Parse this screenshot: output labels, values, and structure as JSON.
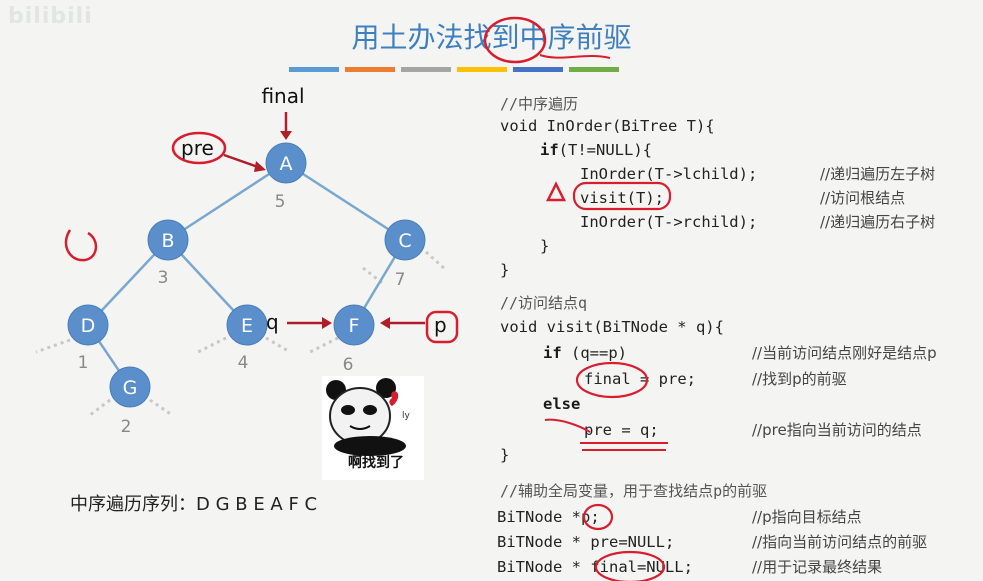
{
  "title": "用土办法找到中序前驱",
  "watermark": "bilibili",
  "accent_colors": [
    "#5b9bd5",
    "#ed7d31",
    "#a5a5a5",
    "#ffc000",
    "#4472c4",
    "#70ad47"
  ],
  "tree": {
    "nodes": [
      {
        "label": "A",
        "num": "5"
      },
      {
        "label": "B",
        "num": "3"
      },
      {
        "label": "C",
        "num": "7"
      },
      {
        "label": "D",
        "num": "1"
      },
      {
        "label": "E",
        "num": "4"
      },
      {
        "label": "F",
        "num": "6"
      },
      {
        "label": "G",
        "num": "2"
      }
    ],
    "final_label": "final",
    "pre_label": "pre",
    "q_label": "q",
    "p_label": "p"
  },
  "inorder_sequence": "中序遍历序列：D G B E A F C",
  "sticker_text": "啊找到了",
  "code": {
    "inorder": {
      "comment": "//中序遍历",
      "sig": "void InOrder(BiTree T){",
      "if_kw": "if",
      "if_rest": "(T!=NULL){",
      "l1": "InOrder(T->lchild);",
      "c1": "//递归遍历左子树",
      "l2": "visit(T);",
      "c2": "//访问根结点",
      "l3": "InOrder(T->rchild);",
      "c3": "//递归遍历右子树",
      "close_inner": "}",
      "close_outer": "}"
    },
    "visit": {
      "comment": "//访问结点q",
      "sig": "void visit(BiTNode * q){",
      "if_kw": "if",
      "if_rest": "(q==p)",
      "c_if": "//当前访问结点刚好是结点p",
      "l1": "final = pre;",
      "c1": "//找到p的前驱",
      "else_kw": "else",
      "l2": "pre = q;",
      "c2": "//pre指向当前访问的结点",
      "close": "}"
    },
    "globals": {
      "comment": "//辅助全局变量，用于查找结点p的前驱",
      "g1": "BiTNode *p;",
      "c1": "//p指向目标结点",
      "g2": "BiTNode * pre=NULL;",
      "c2": "//指向当前访问结点的前驱",
      "g3": "BiTNode * final=NULL;",
      "c3": "//用于记录最终结果"
    }
  }
}
